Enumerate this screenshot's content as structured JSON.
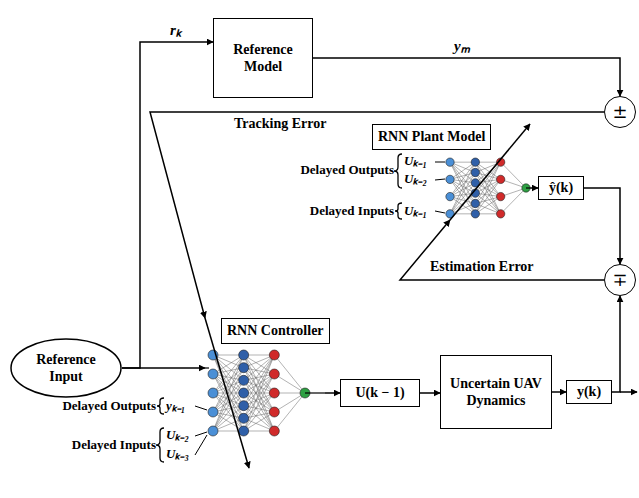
{
  "diagram": {
    "nodes": [
      {
        "text": [
          "Reference Input"
        ]
      },
      {
        "text": [
          "Reference Model"
        ]
      },
      {
        "text": [
          "RNN Plant Model"
        ]
      },
      {
        "text": [
          "ŷ(k)"
        ]
      },
      {
        "text": [
          "±"
        ]
      },
      {
        "text": [
          "∓"
        ]
      },
      {
        "text": [
          "RNN Controller"
        ]
      },
      {
        "text": [
          "U(k − 1)"
        ]
      },
      {
        "text": [
          "Uncertain UAV Dynamics"
        ]
      },
      {
        "text": [
          "y(k)"
        ]
      }
    ],
    "edges": [
      {
        "from": 0,
        "to": 1,
        "arrow": "to",
        "label": "rₖ"
      },
      {
        "from": 1,
        "to": 4,
        "arrow": "to",
        "label": "yₘ"
      },
      {
        "from": 0,
        "to": 6,
        "arrow": "to"
      },
      {
        "from": 6,
        "to": 7,
        "arrow": "to"
      },
      {
        "from": 7,
        "to": 8,
        "arrow": "to"
      },
      {
        "from": 8,
        "to": 9,
        "arrow": "to"
      },
      {
        "from": 9,
        "to": 5,
        "arrow": "to"
      },
      {
        "from": 2,
        "to": 3,
        "arrow": "to"
      },
      {
        "from": 3,
        "to": 5,
        "arrow": "to"
      },
      {
        "from": 4,
        "to": 6,
        "arrow": "to",
        "label": "Tracking Error"
      },
      {
        "from": 5,
        "to": 2,
        "arrow": "to",
        "label": "Estimation Error"
      }
    ],
    "labels": [
      "Delayed Outputs",
      "Uₖ₋₁",
      "Uₖ₋₂",
      "Delayed Inputs",
      "Uₖ₋₁",
      "Delayed Outputs",
      "yₖ₋₁",
      "Delayed Inputs",
      "Uₖ₋₂",
      "Uₖ₋₃"
    ]
  }
}
